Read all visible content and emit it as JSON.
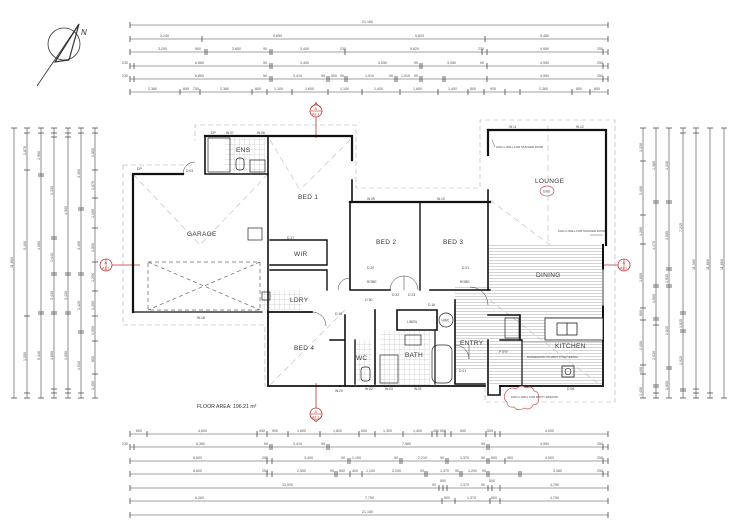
{
  "drawing": {
    "type": "floor_plan",
    "floor_area_label": "FLOOR AREA: 196.21 m²",
    "north_label": "N",
    "section_marker": {
      "letter": "A",
      "sheet": "A3.1"
    }
  },
  "rooms": [
    {
      "id": "ens",
      "label": "ENS"
    },
    {
      "id": "garage",
      "label": "GARAGE"
    },
    {
      "id": "bed1",
      "label": "BED 1"
    },
    {
      "id": "wir",
      "label": "WIR"
    },
    {
      "id": "bed2",
      "label": "BED 2"
    },
    {
      "id": "bed3",
      "label": "BED 3"
    },
    {
      "id": "lounge",
      "label": "LOUNGE"
    },
    {
      "id": "dining",
      "label": "DINING"
    },
    {
      "id": "ldry",
      "label": "LDRY"
    },
    {
      "id": "bed4",
      "label": "BED 4"
    },
    {
      "id": "wc",
      "label": "WC"
    },
    {
      "id": "bath",
      "label": "BATH"
    },
    {
      "id": "linen",
      "label": "LINEN"
    },
    {
      "id": "hwc",
      "label": "HWC"
    },
    {
      "id": "entry",
      "label": "ENTRY"
    },
    {
      "id": "ptry",
      "label": "PTRY"
    },
    {
      "id": "kitchen",
      "label": "KITCHEN"
    },
    {
      "id": "robe2",
      "label": "ROBE"
    },
    {
      "id": "robe3",
      "label": "ROBE"
    }
  ],
  "tags": {
    "w07": "W.07",
    "w08": "W.08",
    "w09": "W.09",
    "w10": "W.10",
    "w11": "W.11",
    "w12": "W.12",
    "w13": "W.13",
    "w16": "W.16",
    "w18": "W.18",
    "w20": "W.20",
    "w01": "W.01",
    "w02": "W.02",
    "w03": "W.03",
    "d01": "D.01",
    "d02": "D.02",
    "d03": "D.03",
    "d16": "D.16",
    "d17": "D.17",
    "d18": "D.18",
    "d19": "D.19",
    "d20": "D.20",
    "d21": "D.21",
    "d22": "D.22",
    "d23": "D.23",
    "d04": "D.04",
    "d08": "D.08",
    "dp": "DP",
    "ost": "O 50",
    "gsd": "GSD"
  },
  "notes": {
    "lounge_top": "100mm WALL FOR STACKER DOOR",
    "lounge_bottom": "100mm WALL FOR STACKER DOOR",
    "kitchen": "RANGEHOOD TO VENT TO EXTERNAL",
    "cloud": "100mm WALL FOR PARTY WINDOW"
  },
  "dimensions": {
    "top": [
      {
        "row": 1,
        "values": [
          "21,160"
        ]
      },
      {
        "row": 2,
        "values": [
          "3,240",
          "9,650",
          "5,820",
          "5,460"
        ]
      },
      {
        "row": 3,
        "values": [
          "3,200",
          "800",
          "2,600",
          "90",
          "3,400",
          "230",
          "5,820",
          "230",
          "4,950",
          "250"
        ]
      },
      {
        "row": 4,
        "values": [
          "230",
          "6,860",
          "90",
          "3,400",
          "3,050",
          "90",
          "3,050",
          "90",
          "4,950",
          "250"
        ]
      },
      {
        "row": 5,
        "values": [
          "230",
          "6,860",
          "90",
          "2,410",
          "90",
          "900",
          "90",
          "1,910",
          "90",
          "1,910",
          "90",
          "4,950",
          "250"
        ]
      },
      {
        "row": 6,
        "values": [
          "2,360",
          "895",
          "750",
          "2,360",
          "800",
          "1,100",
          "1,600",
          "1,100",
          "1,400",
          "1,600",
          "1,400",
          "1,600",
          "800",
          "900",
          "2,360",
          "800",
          "800"
        ]
      }
    ],
    "bottom": [
      {
        "row": 1,
        "values": [
          "600",
          "4,600",
          "450",
          "900",
          "1,800",
          "1,800",
          "600",
          "1,300",
          "1,400",
          "450",
          "500",
          "1,470",
          "500",
          "500",
          "4,000"
        ]
      },
      {
        "row": 2,
        "values": [
          "230",
          "6,360",
          "90",
          "2,410",
          "90",
          "7,580",
          "90",
          "4,950",
          "250"
        ]
      },
      {
        "row": 3,
        "values": [
          "6,600",
          "250",
          "3,400",
          "90",
          "1,100",
          "90",
          "2,210",
          "90",
          "1,370",
          "90",
          "500",
          "400",
          "4,000",
          "250"
        ]
      },
      {
        "row": 4,
        "values": [
          "6,600",
          "250",
          "2,500",
          "90",
          "550",
          "400",
          "1,100",
          "2,200",
          "90",
          "1,370",
          "90",
          "1,200",
          "90",
          "3,360",
          "250"
        ]
      },
      {
        "row": 5,
        "values": [
          "13,000",
          "90",
          "500",
          "1,370",
          "90",
          "500",
          "4,790"
        ]
      },
      {
        "row": 6,
        "values": [
          "6,260",
          "7,750",
          "500",
          "1,370",
          "500",
          "4,790"
        ]
      },
      {
        "row": 7,
        "values": [
          "21,160"
        ]
      }
    ],
    "left": [
      {
        "row": 1,
        "values": [
          "11,860"
        ]
      },
      {
        "row": 2,
        "values": [
          "1,870",
          "5,400",
          "1,550"
        ]
      },
      {
        "row": 3,
        "values": [
          "1,960",
          "90",
          "4,060",
          "250",
          "5,340"
        ]
      },
      {
        "row": 4,
        "values": [
          "250",
          "230",
          "3,330",
          "90",
          "1,440",
          "90",
          "3,430",
          "90",
          "1,860",
          "90",
          "250",
          "230"
        ]
      },
      {
        "row": 5,
        "values": [
          "250",
          "230",
          "4,900",
          "90",
          "3,430",
          "90",
          "1,050",
          "90",
          "1,510",
          "90",
          "250",
          "230"
        ]
      },
      {
        "row": 6,
        "values": [
          "230",
          "3,300",
          "90",
          "3,400",
          "90",
          "1,420",
          "90",
          "1,510",
          "90",
          "250",
          "230"
        ]
      },
      {
        "row": 7,
        "values": [
          "230",
          "1,800",
          "1,670",
          "1,100",
          "1,800",
          "1,250",
          "1,100",
          "1,050",
          "800",
          "1,450"
        ]
      }
    ],
    "right": [
      {
        "row": 1,
        "values": [
          "1,330",
          "3,400",
          "1,260",
          "1,260",
          "1,800",
          "800",
          "2,000",
          "400",
          "1,450"
        ]
      },
      {
        "row": 2,
        "values": [
          "1,380",
          "90",
          "4,470",
          "90",
          "1,800",
          "250",
          "2,010",
          "90",
          "1,330",
          "250"
        ]
      },
      {
        "row": 3,
        "values": [
          "1,330",
          "90",
          "3,505",
          "90",
          "1,935",
          "90",
          "2,840",
          "90",
          "1,600"
        ]
      },
      {
        "row": 4,
        "values": [
          "250",
          "7,215",
          "90",
          "1,825",
          "90",
          "1,925",
          "90",
          "250"
        ]
      },
      {
        "row": 5,
        "values": [
          "250",
          "11,360",
          "250"
        ]
      },
      {
        "row": 6,
        "values": [
          "11,860"
        ]
      },
      {
        "row": 7,
        "values": [
          "11,860"
        ]
      }
    ]
  }
}
